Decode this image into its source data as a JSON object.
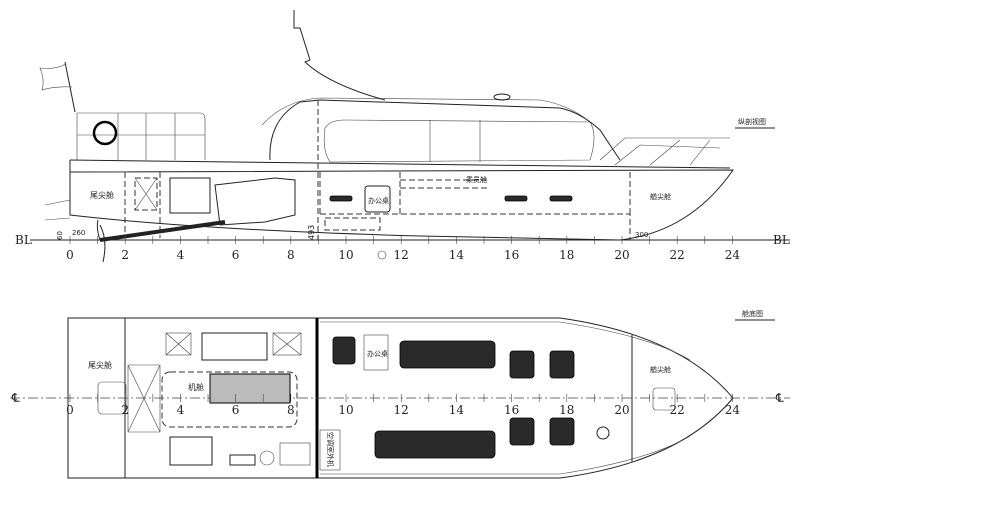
{
  "views": {
    "profile_title": "纵剖视图",
    "plan_title": "舱底图"
  },
  "compartments": {
    "aft_peak": "尾尖舱",
    "engine_room": "机舱",
    "office_desk": "办公桌",
    "passenger_cabin": "乘员舱",
    "fore_peak": "艏尖舱",
    "ac_unit": "空调室外机"
  },
  "markers": {
    "baseline": "BL",
    "centerline": "℄"
  },
  "dimensions": {
    "d60": "60",
    "d260": "260",
    "d493": "493",
    "d300": "300"
  },
  "frames": [
    "0",
    "2",
    "4",
    "6",
    "8",
    "10",
    "12",
    "14",
    "16",
    "18",
    "20",
    "22",
    "24"
  ],
  "colors": {
    "line": "#222222",
    "fill": "#2a2a2a"
  }
}
